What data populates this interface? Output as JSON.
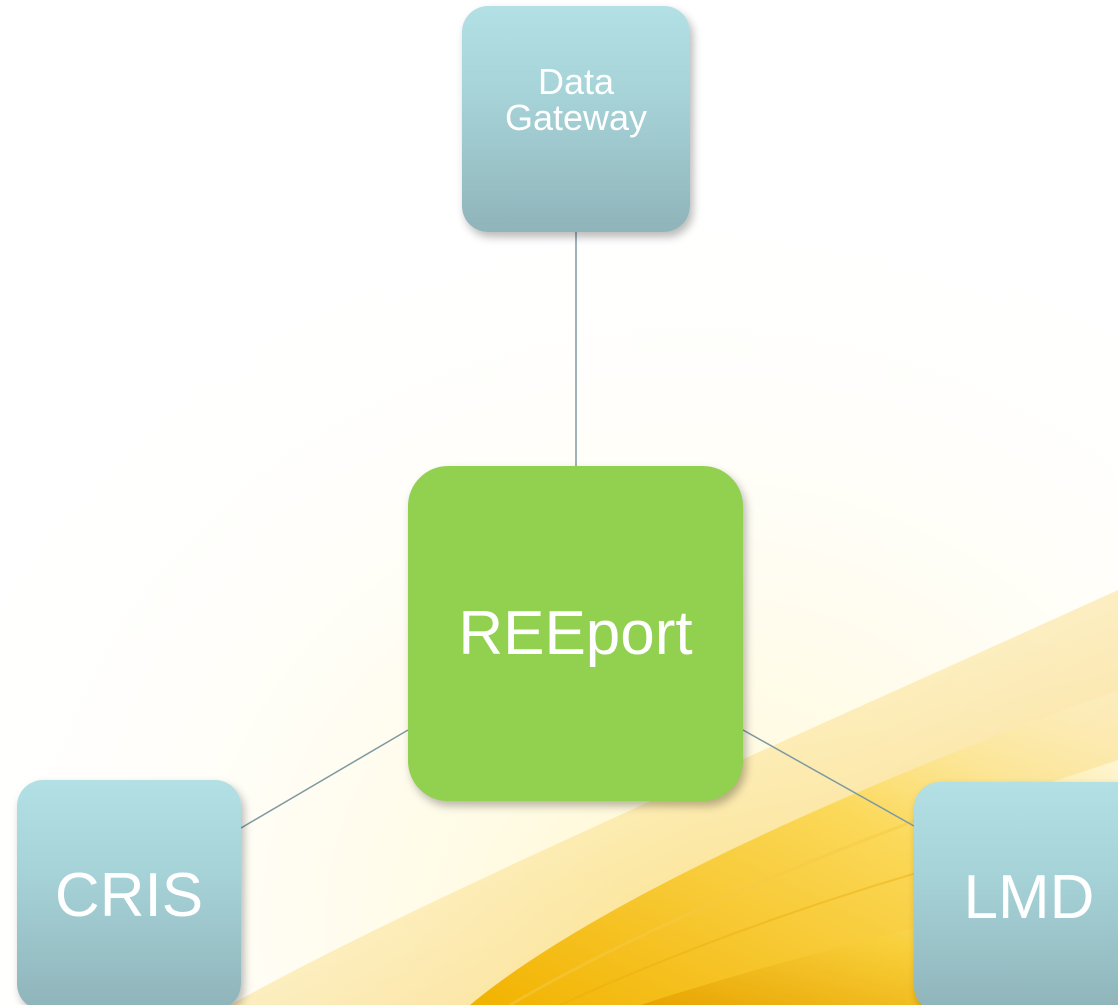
{
  "diagram": {
    "center": {
      "label": "REEport"
    },
    "nodes": [
      {
        "id": "gateway",
        "label": "Data\nGateway"
      },
      {
        "id": "cris",
        "label": "CRIS"
      },
      {
        "id": "lmd",
        "label": "LMD"
      }
    ],
    "colors": {
      "center_fill": "#92d050",
      "node_fill_top": "#b2e0e4",
      "node_fill_bottom": "#8fb4ba",
      "connector": "#7d9aa3",
      "text": "#ffffff"
    }
  }
}
